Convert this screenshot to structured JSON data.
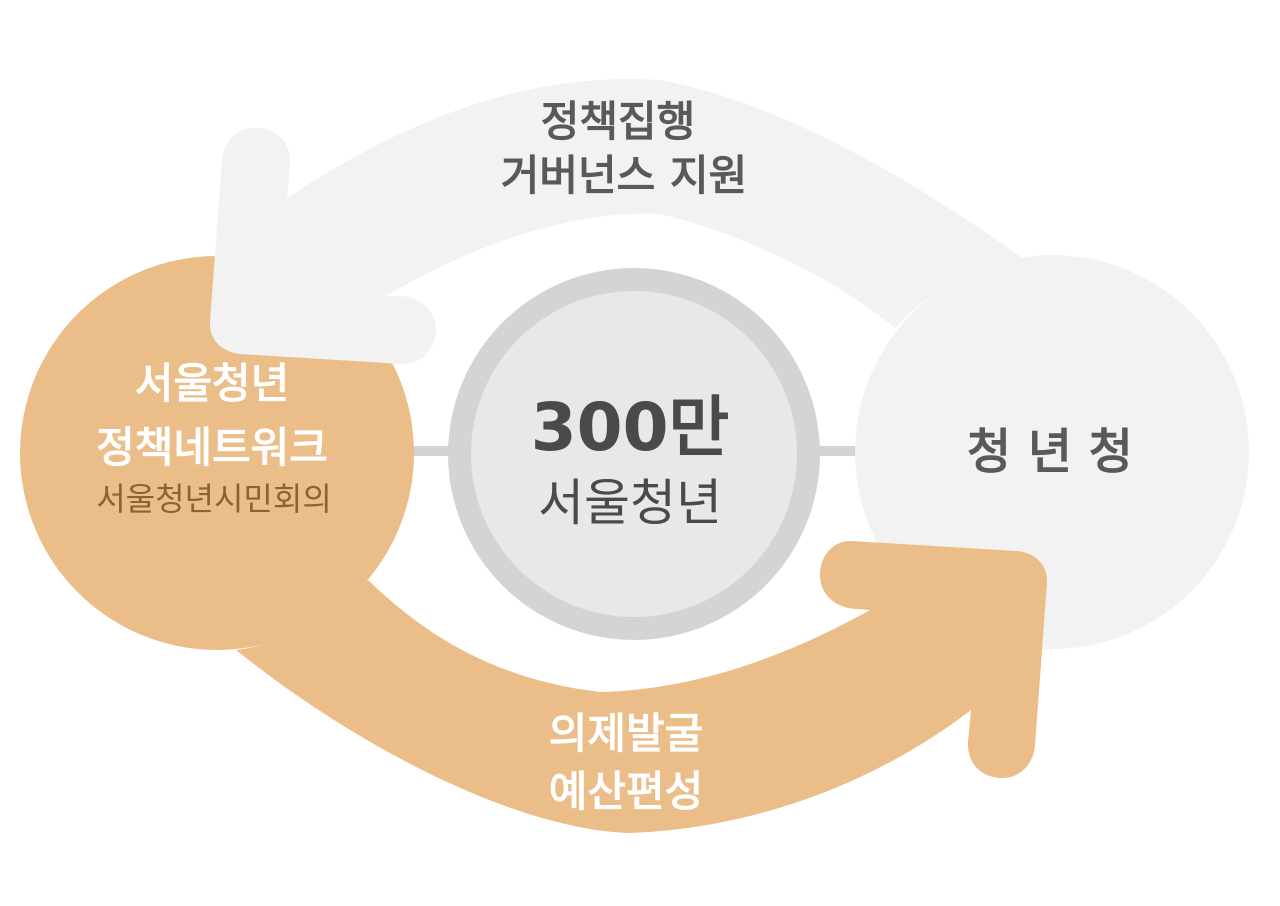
{
  "colors": {
    "orange": "#ebbe89",
    "light_gray": "#f2f2f2",
    "ring_gray": "#d4d4d4",
    "center_fill": "#e8e8e8",
    "dark_text": "#4a4a4a",
    "gray_text": "#595959",
    "white_text": "#ffffff",
    "brown_text": "#8a6234"
  },
  "top_arrow": {
    "line1": "정책집행",
    "line2": "거버넌스 지원"
  },
  "bottom_arrow": {
    "line1": "의제발굴",
    "line2": "예산편성"
  },
  "left_node": {
    "line1": "서울청년",
    "line2": "정책네트워크",
    "line3": "서울청년시민회의"
  },
  "center_node": {
    "number": "300만",
    "label": "서울청년"
  },
  "right_node": {
    "label": "청 년 청"
  }
}
